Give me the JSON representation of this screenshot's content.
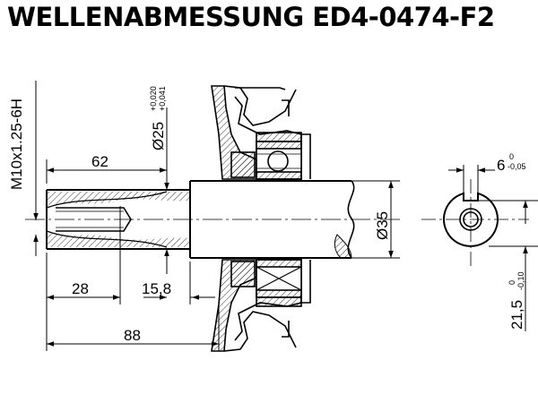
{
  "title": "WELLENABMESSUNG ED4-0474-F2",
  "dimensions": {
    "thread": "M10x1.25-6H",
    "shaft_dia": "Ø25",
    "shaft_dia_tol_upper": "+0,020",
    "shaft_dia_tol_lower": "+0,041",
    "len_62": "62",
    "len_28": "28",
    "len_15_8": "15,8",
    "len_88": "88",
    "bearing_dia": "Ø35",
    "key_width": "6",
    "key_width_tol_upper": "0",
    "key_width_tol_lower": "-0,05",
    "key_depth": "21,5",
    "key_depth_tol_upper": "0",
    "key_depth_tol_lower": "-0,10"
  },
  "colors": {
    "line": "#000000",
    "background": "#ffffff"
  }
}
